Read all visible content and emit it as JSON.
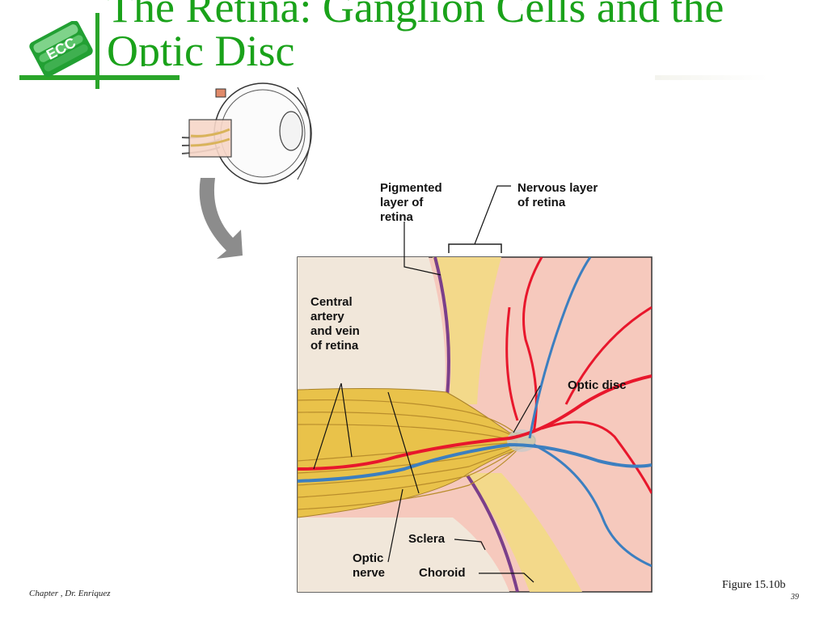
{
  "slide": {
    "title": "The Retina: Ganglion Cells and the Optic Disc",
    "logo_text": "ECC",
    "footer": "Chapter , Dr. Enriquez",
    "page_number": "39",
    "figure_caption": "Figure 15.10b"
  },
  "figure_labels": {
    "pigmented": "Pigmented\nlayer of\nretina",
    "nervous": "Nervous layer\nof retina",
    "central": "Central\nartery\nand vein\nof retina",
    "optic_disc": "Optic disc",
    "sclera": "Sclera",
    "optic_nerve": "Optic\nnerve",
    "choroid": "Choroid"
  },
  "colors": {
    "accent_green": "#1aa21a",
    "artery_red": "#e8172c",
    "vein_blue": "#3c7fc0",
    "nerve_yellow": "#e9c24a",
    "retina_pink": "#f6c9bd"
  }
}
